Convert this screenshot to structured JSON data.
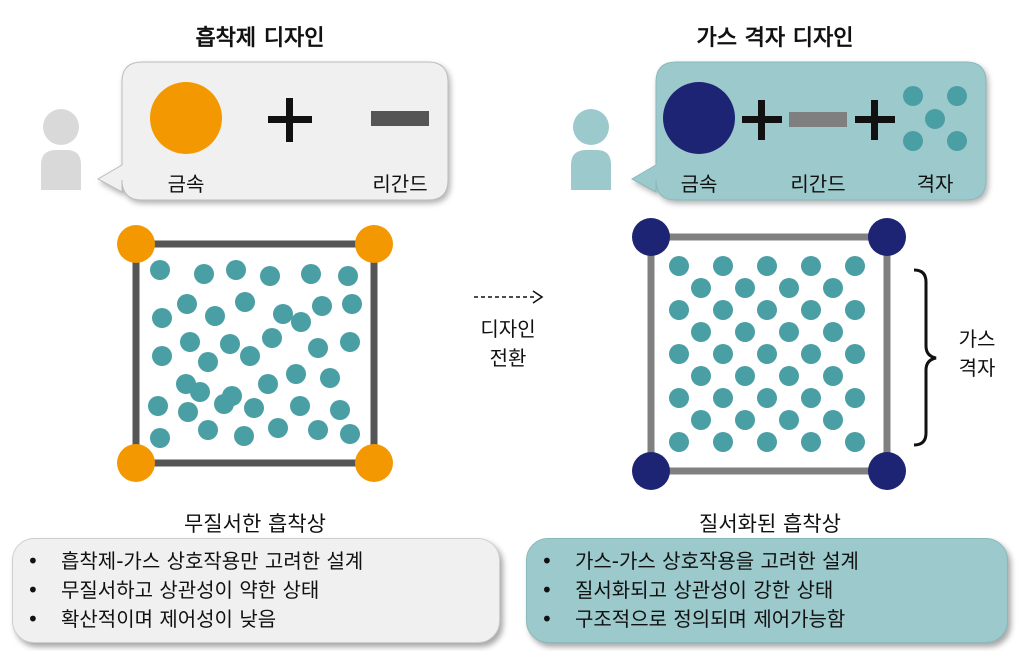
{
  "left": {
    "title": "흡착제 디자인",
    "bubble_labels": {
      "metal": "금속",
      "ligand": "리간드"
    },
    "caption": "무질서한 흡착상",
    "bullets": [
      "흡착제-가스 상호작용만 고려한 설계",
      "무질서하고 상관성이 약한 상태",
      "확산적이며 제어성이 낮음"
    ]
  },
  "right": {
    "title": "가스 격자 디자인",
    "bubble_labels": {
      "metal": "금속",
      "ligand": "리간드",
      "lattice": "격자"
    },
    "caption": "질서화된 흡착상",
    "bracket_label": [
      "가스",
      "격자"
    ],
    "bullets": [
      "가스-가스 상호작용을 고려한 설계",
      "질서화되고 상관성이 강한 상태",
      "구조적으로 정의되며 제어가능함"
    ]
  },
  "transition": {
    "label": [
      "디자인",
      "전환"
    ]
  },
  "colors": {
    "metal_orange": "#f39800",
    "metal_navy": "#1c2473",
    "gas_teal": "#4a9fa5",
    "left_panel": "#f0f0f0",
    "right_panel": "#9cc9cc",
    "frame_dark": "#555555",
    "frame_light": "#808080",
    "person_gray": "#d9d9d9",
    "person_teal": "#9cc9cc"
  }
}
